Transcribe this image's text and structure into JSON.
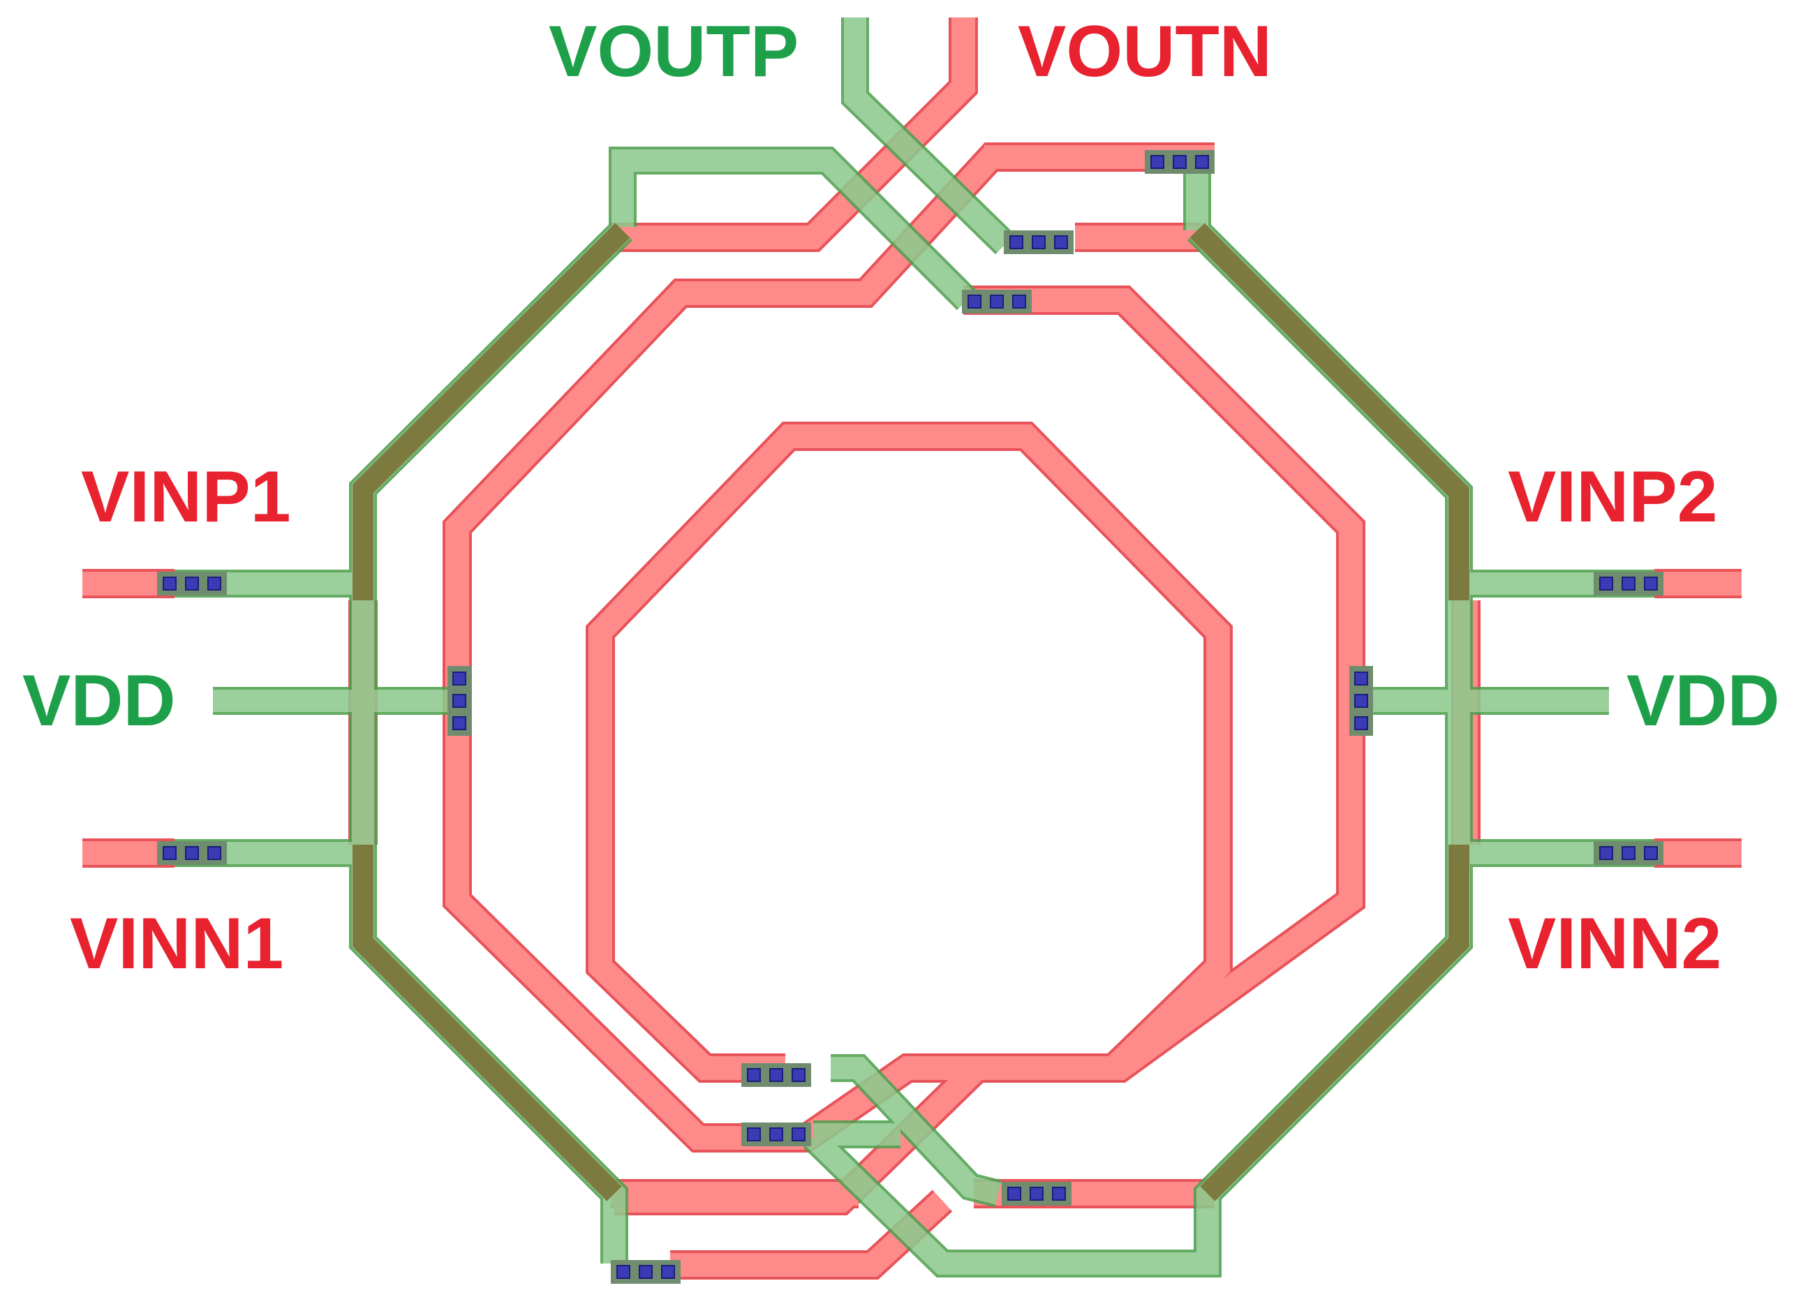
{
  "labels": {
    "voutp": "VOUTP",
    "voutn": "VOUTN",
    "vinp1": "VINP1",
    "vinp2": "VINP2",
    "vdd_left": "VDD",
    "vdd_right": "VDD",
    "vinn1": "VINN1",
    "vinn2": "VINN2"
  },
  "colors": {
    "red_layer": "#ff8a8a",
    "red_edge": "#e8535a",
    "green_layer": "#8ec98e",
    "green_edge": "#4fa04f",
    "overlap": "#7d7a3f",
    "via": "#3b3bb6",
    "red_text": "#e8222f",
    "green_text": "#1ea04a"
  }
}
